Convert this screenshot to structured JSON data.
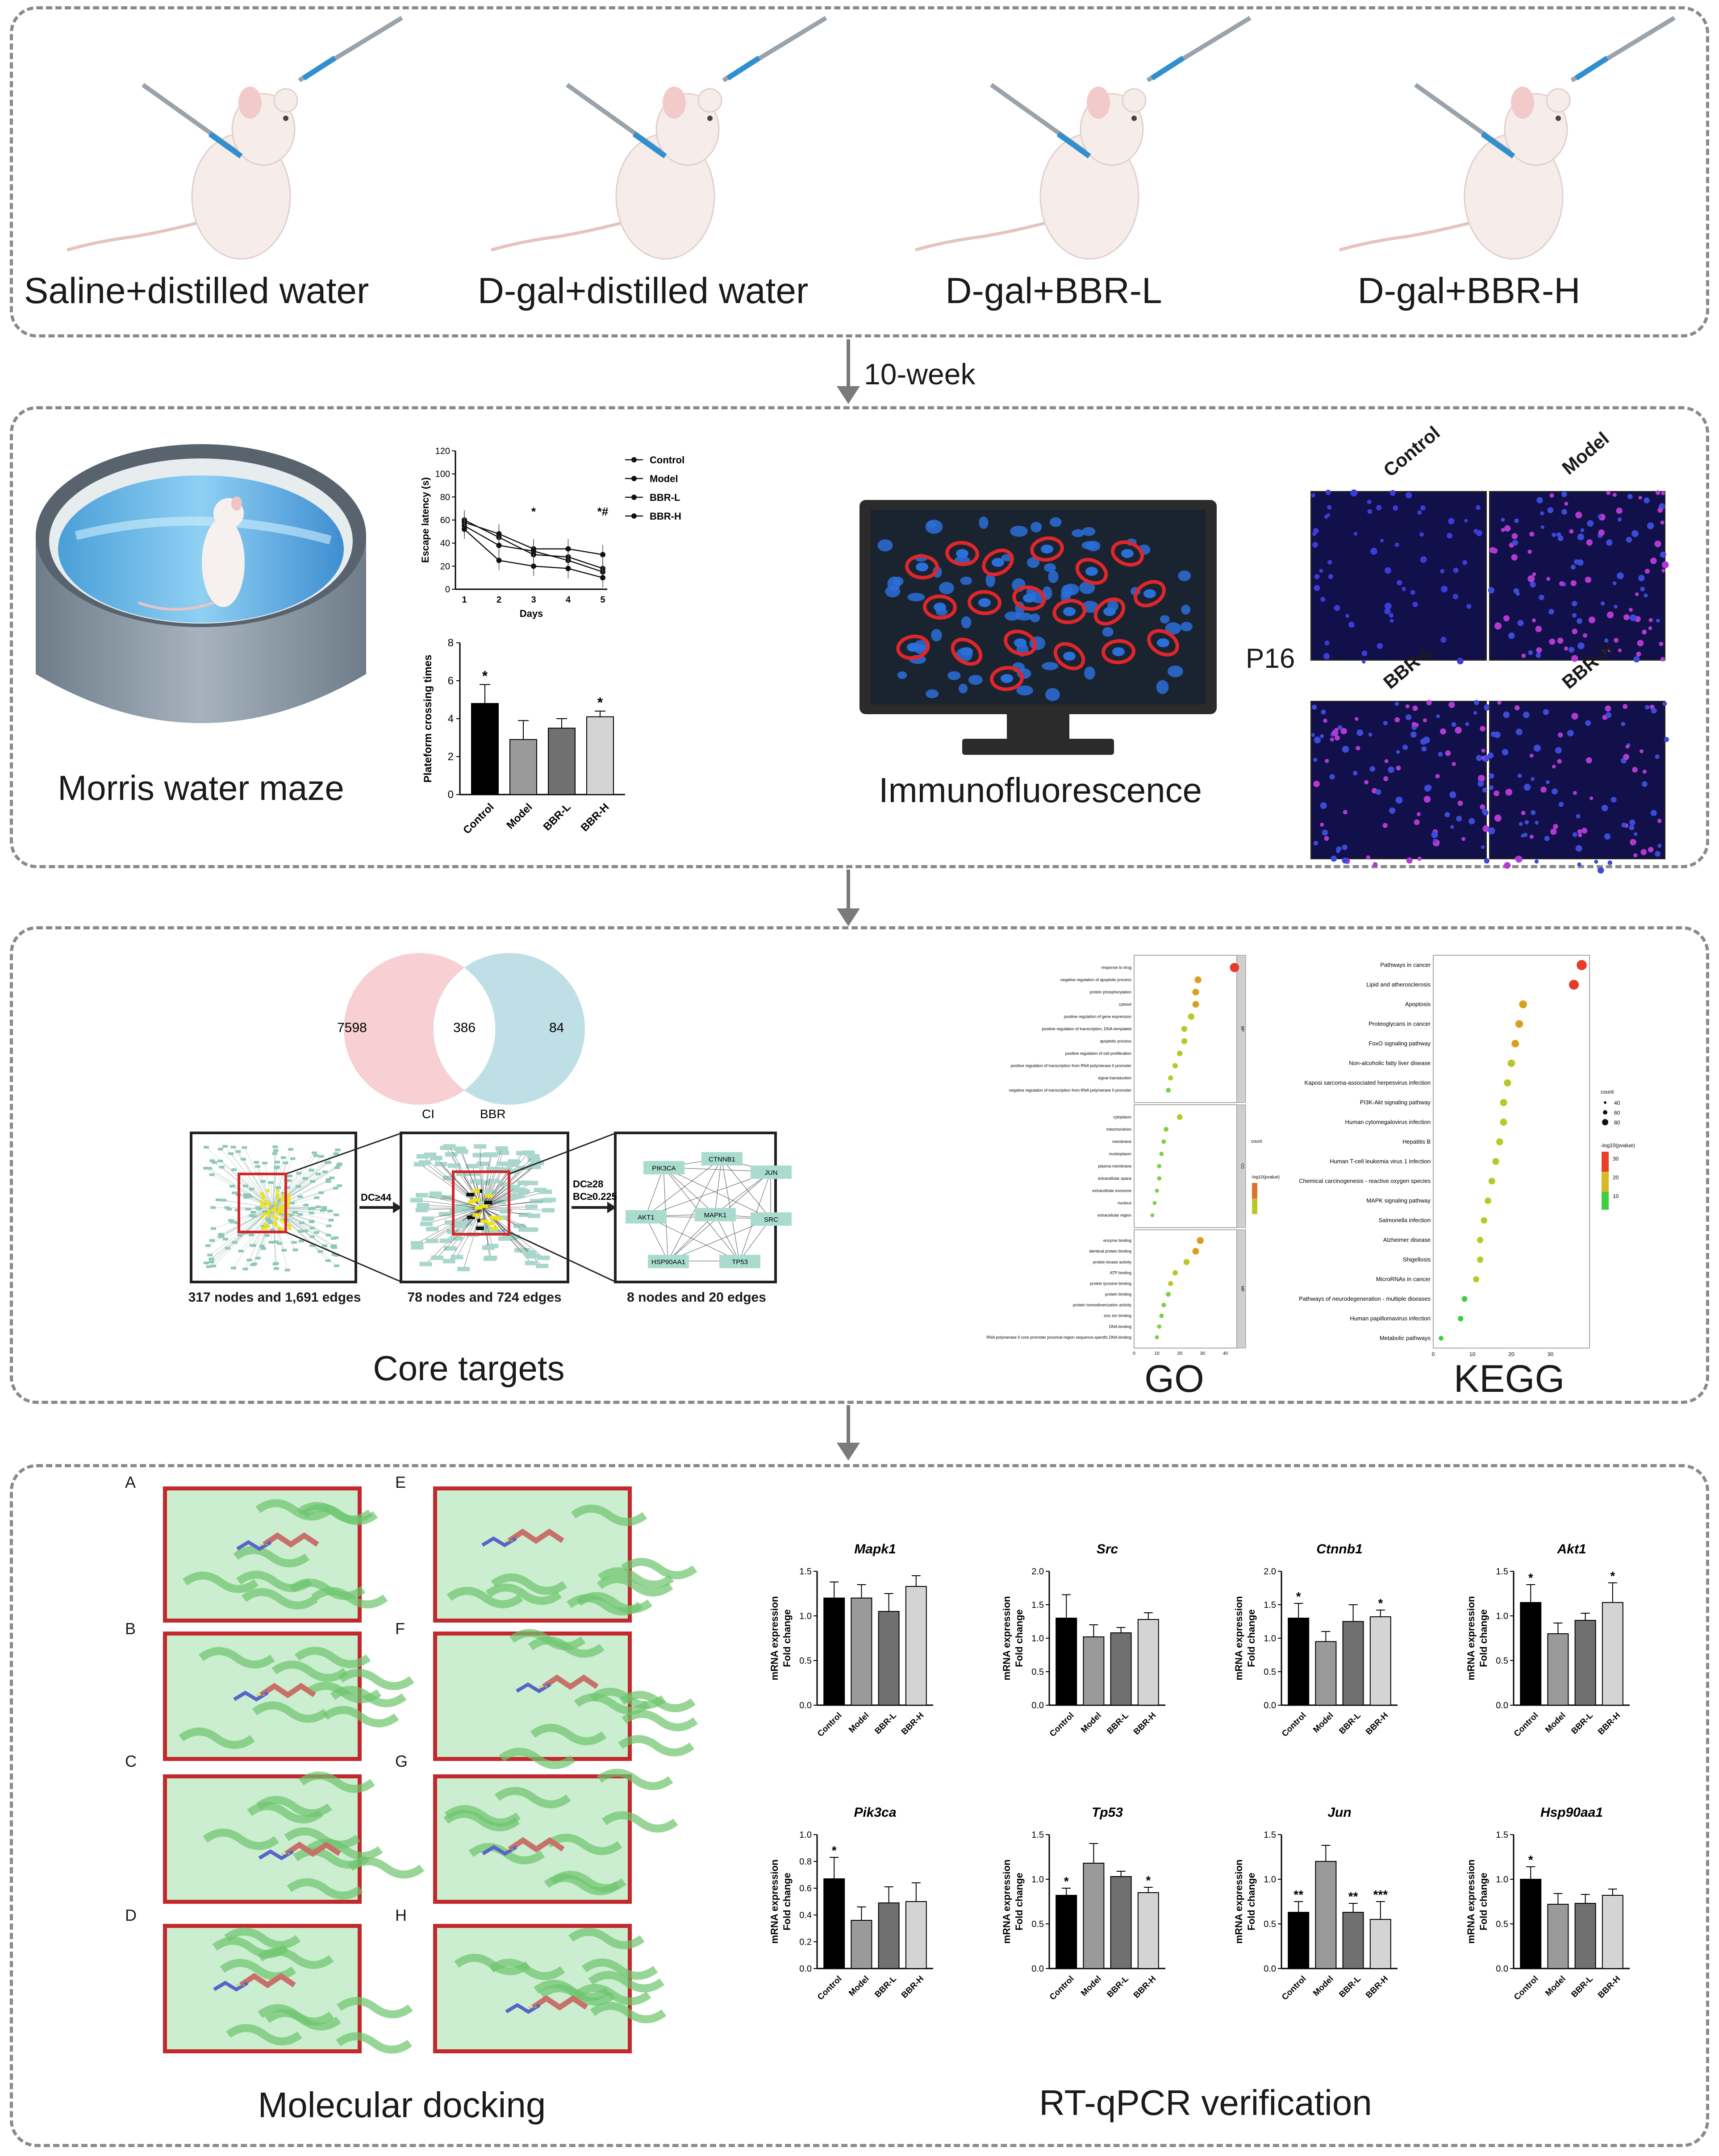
{
  "panel1": {
    "groups": [
      "Saline+distilled water",
      "D-gal+distilled water",
      "D-gal+BBR-L",
      "D-gal+BBR-H"
    ]
  },
  "arrow1_label": "10-week",
  "panel2": {
    "maze_label": "Morris water maze",
    "immuno_label": "Immunofluorescence",
    "p16_label": "P16",
    "micro_titles": [
      "Control",
      "Model",
      "BBR-L",
      "BBR-H"
    ]
  },
  "escape_chart": {
    "type": "line",
    "ylabel": "Escape latency (s)",
    "xlabel": "Days",
    "x": [
      1,
      2,
      3,
      4,
      5
    ],
    "ylim": [
      0,
      120
    ],
    "yticks": [
      0,
      20,
      40,
      60,
      80,
      100,
      120
    ],
    "series": [
      {
        "name": "Control",
        "values": [
          60,
          45,
          30,
          28,
          18
        ]
      },
      {
        "name": "Model",
        "values": [
          58,
          48,
          35,
          35,
          30
        ]
      },
      {
        "name": "BBR-L",
        "values": [
          55,
          38,
          33,
          25,
          15
        ]
      },
      {
        "name": "BBR-H",
        "values": [
          52,
          25,
          20,
          18,
          10
        ]
      }
    ],
    "annotations": [
      {
        "x": 3,
        "text": "*"
      },
      {
        "x": 5,
        "text": "*#"
      }
    ]
  },
  "crossing_chart": {
    "type": "bar",
    "ylabel": "Plateform crossing times",
    "categories": [
      "Control",
      "Model",
      "BBR-L",
      "BBR-H"
    ],
    "values": [
      4.8,
      2.9,
      3.5,
      4.1
    ],
    "errors": [
      1.0,
      1.0,
      0.5,
      0.3
    ],
    "sig": [
      "*",
      "",
      "",
      "*"
    ],
    "ylim": [
      0,
      8
    ],
    "yticks": [
      0,
      2,
      4,
      6,
      8
    ],
    "colors": [
      "#000000",
      "#9a9a9a",
      "#707070",
      "#d4d4d4"
    ]
  },
  "panel3": {
    "venn": {
      "left": "7598",
      "center": "386",
      "right": "84",
      "left_label": "CI",
      "right_label": "BBR"
    },
    "net_captions": [
      "317 nodes and 1,691 edges",
      "78 nodes and 724 edges",
      "8 nodes and 20 edges"
    ],
    "arrow_a": "DC≥44",
    "arrow_b": "DC≥28\nBC≥0.225",
    "arrow_b_lines": [
      "DC≥28",
      "BC≥0.225"
    ],
    "core_genes": [
      "PIK3CA",
      "CTNNB1",
      "JUN",
      "AKT1",
      "MAPK1",
      "SRC",
      "HSP90AA1",
      "TP53"
    ],
    "core_label": "Core targets",
    "go_label": "GO",
    "kegg_label": "KEGG"
  },
  "go_chart": {
    "type": "scatter",
    "bp_terms": [
      "response to drug",
      "negative regulation of apoptotic process",
      "protein phosphorylation",
      "cytosol",
      "positive regulation of gene expression",
      "positive regulation of transcription, DNA-templated",
      "apoptotic process",
      "positive regulation of cell proliferation",
      "positive regulation of transcription from RNA polymerase II promoter",
      "signal transduction",
      "negative regulation of transcription from RNA polymerase II promoter"
    ],
    "bp_values": [
      44,
      28,
      27,
      27,
      25,
      22,
      22,
      20,
      18,
      16,
      15
    ],
    "cc_terms": [
      "cytoplasm",
      "mitochondrion",
      "membrane",
      "nucleoplasm",
      "plasma membrane",
      "extracellular space",
      "extracellular exosome",
      "nucleus",
      "extracellular region"
    ],
    "cc_values": [
      20,
      14,
      13,
      12,
      11,
      11,
      10,
      9,
      8
    ],
    "mf_terms": [
      "enzyme binding",
      "identical protein binding",
      "protein kinase activity",
      "ATP binding",
      "protein tyrosine binding",
      "protein binding",
      "protein homodimerization activity",
      "zinc ion binding",
      "DNA binding",
      "RNA polymerase II core promoter proximal region sequence-specific DNA binding"
    ],
    "mf_values": [
      29,
      27,
      23,
      18,
      16,
      15,
      13,
      12,
      11,
      10
    ],
    "category_labels": [
      "BP",
      "CC",
      "MF"
    ],
    "xticks": [
      0,
      10,
      20,
      30,
      40
    ],
    "legend_title_1": "count",
    "legend_title_2": "-log10(pvalue)"
  },
  "kegg_chart": {
    "type": "scatter",
    "terms": [
      "Pathways in cancer",
      "Lipid and atherosclerosis",
      "Apoptosis",
      "Proteoglycans in cancer",
      "FoxO signaling pathway",
      "Non-alcoholic fatty liver disease",
      "Kaposi sarcoma-associated herpesvirus infection",
      "PI3K-Akt signaling pathway",
      "Human cytomegalovirus infection",
      "Hepatitis B",
      "Human T-cell leukemia virus 1 infection",
      "Chemical carcinogenesis - reactive oxygen species",
      "MAPK signaling pathway",
      "Salmonella infection",
      "Alzheimer disease",
      "Shigellosis",
      "MicroRNAs in cancer",
      "Pathways of neurodegeneration - multiple diseases",
      "Human papillomavirus infection",
      "Metabolic pathways"
    ],
    "values": [
      38,
      36,
      23,
      22,
      21,
      20,
      19,
      18,
      18,
      17,
      16,
      15,
      14,
      13,
      12,
      12,
      11,
      8,
      7,
      2
    ],
    "xticks": [
      0,
      10,
      20,
      30
    ],
    "legend_title_1": "count",
    "legend_title_2": "-log10(pvalue)",
    "legend_counts": [
      "40",
      "60",
      "80"
    ],
    "legend_scale": [
      "30",
      "20",
      "10"
    ]
  },
  "panel4": {
    "docking_label": "Molecular docking",
    "rtqpcr_label": "RT-qPCR verification",
    "dock_letters": [
      "A",
      "B",
      "C",
      "D",
      "E",
      "F",
      "G",
      "H"
    ]
  },
  "qpcr_charts": [
    {
      "title": "Mapk1",
      "ymax": 1.5,
      "yticks": [
        "0.0",
        "0.5",
        "1.0",
        "1.5"
      ],
      "values": [
        1.2,
        1.2,
        1.05,
        1.33
      ],
      "errors": [
        0.18,
        0.15,
        0.2,
        0.12
      ],
      "sig": [
        "",
        "",
        "",
        ""
      ]
    },
    {
      "title": "Src",
      "ymax": 2.0,
      "yticks": [
        "0.0",
        "0.5",
        "1.0",
        "1.5",
        "2.0"
      ],
      "values": [
        1.3,
        1.02,
        1.08,
        1.28
      ],
      "errors": [
        0.35,
        0.18,
        0.08,
        0.1
      ],
      "sig": [
        "",
        "",
        "",
        ""
      ]
    },
    {
      "title": "Ctnnb1",
      "ymax": 2.0,
      "yticks": [
        "0.0",
        "0.5",
        "1.0",
        "1.5",
        "2.0"
      ],
      "values": [
        1.3,
        0.95,
        1.25,
        1.32
      ],
      "errors": [
        0.22,
        0.15,
        0.25,
        0.1
      ],
      "sig": [
        "*",
        "",
        "",
        "*"
      ]
    },
    {
      "title": "Akt1",
      "ymax": 1.5,
      "yticks": [
        "0.0",
        "0.5",
        "1.0",
        "1.5"
      ],
      "values": [
        1.15,
        0.8,
        0.95,
        1.15
      ],
      "errors": [
        0.2,
        0.12,
        0.08,
        0.22
      ],
      "sig": [
        "*",
        "",
        "",
        "*"
      ]
    },
    {
      "title": "Pik3ca",
      "ymax": 1.0,
      "yticks": [
        "0.0",
        "0.2",
        "0.4",
        "0.6",
        "0.8",
        "1.0"
      ],
      "values": [
        0.67,
        0.36,
        0.49,
        0.5
      ],
      "errors": [
        0.16,
        0.1,
        0.12,
        0.14
      ],
      "sig": [
        "*",
        "",
        "",
        ""
      ]
    },
    {
      "title": "Tp53",
      "ymax": 1.5,
      "yticks": [
        "0.0",
        "0.5",
        "1.0",
        "1.5"
      ],
      "values": [
        0.82,
        1.18,
        1.03,
        0.85
      ],
      "errors": [
        0.08,
        0.22,
        0.06,
        0.06
      ],
      "sig": [
        "*",
        "",
        "",
        "*"
      ]
    },
    {
      "title": "Jun",
      "ymax": 1.5,
      "yticks": [
        "0.0",
        "0.5",
        "1.0",
        "1.5"
      ],
      "values": [
        0.63,
        1.2,
        0.63,
        0.55
      ],
      "errors": [
        0.12,
        0.18,
        0.1,
        0.2
      ],
      "sig": [
        "**",
        "",
        "**",
        "***"
      ]
    },
    {
      "title": "Hsp90aa1",
      "ymax": 1.5,
      "yticks": [
        "0.0",
        "0.5",
        "1.0",
        "1.5"
      ],
      "values": [
        1.0,
        0.72,
        0.73,
        0.82
      ],
      "errors": [
        0.14,
        0.12,
        0.1,
        0.07
      ],
      "sig": [
        "*",
        "",
        "",
        ""
      ]
    }
  ],
  "qpcr_common": {
    "ylabel_1": "mRNA expression",
    "ylabel_2": "Fold change",
    "categories": [
      "Control",
      "Model",
      "BBR-L",
      "BBR-H"
    ],
    "colors": [
      "#000000",
      "#9a9a9a",
      "#707070",
      "#d4d4d4"
    ]
  }
}
